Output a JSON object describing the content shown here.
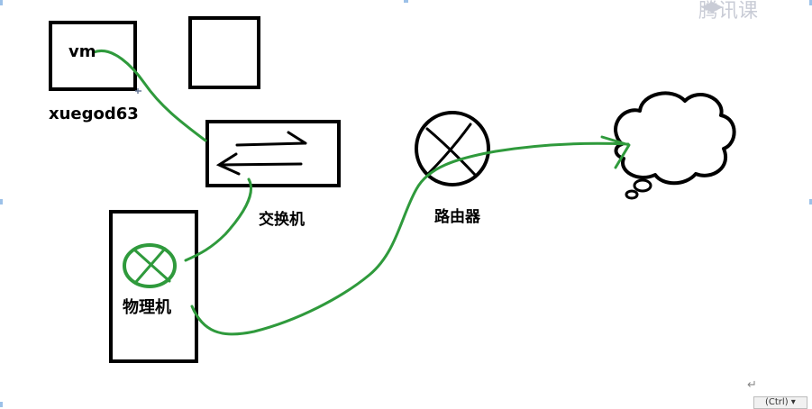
{
  "labels": {
    "vm": "vm",
    "host": "xuegod63",
    "switch": "交换机",
    "router": "路由器",
    "physical": "物理机"
  },
  "watermark": {
    "text": "腾讯课",
    "logo": "tencent-classroom-logo"
  },
  "editor": {
    "return_mark": "↵",
    "paste_chip": "(Ctrl) ▾"
  },
  "colors": {
    "ink": "#000000",
    "cable": "#2f9a3c",
    "background": "#ffffff",
    "frame_marks": "#9cc1e8"
  }
}
